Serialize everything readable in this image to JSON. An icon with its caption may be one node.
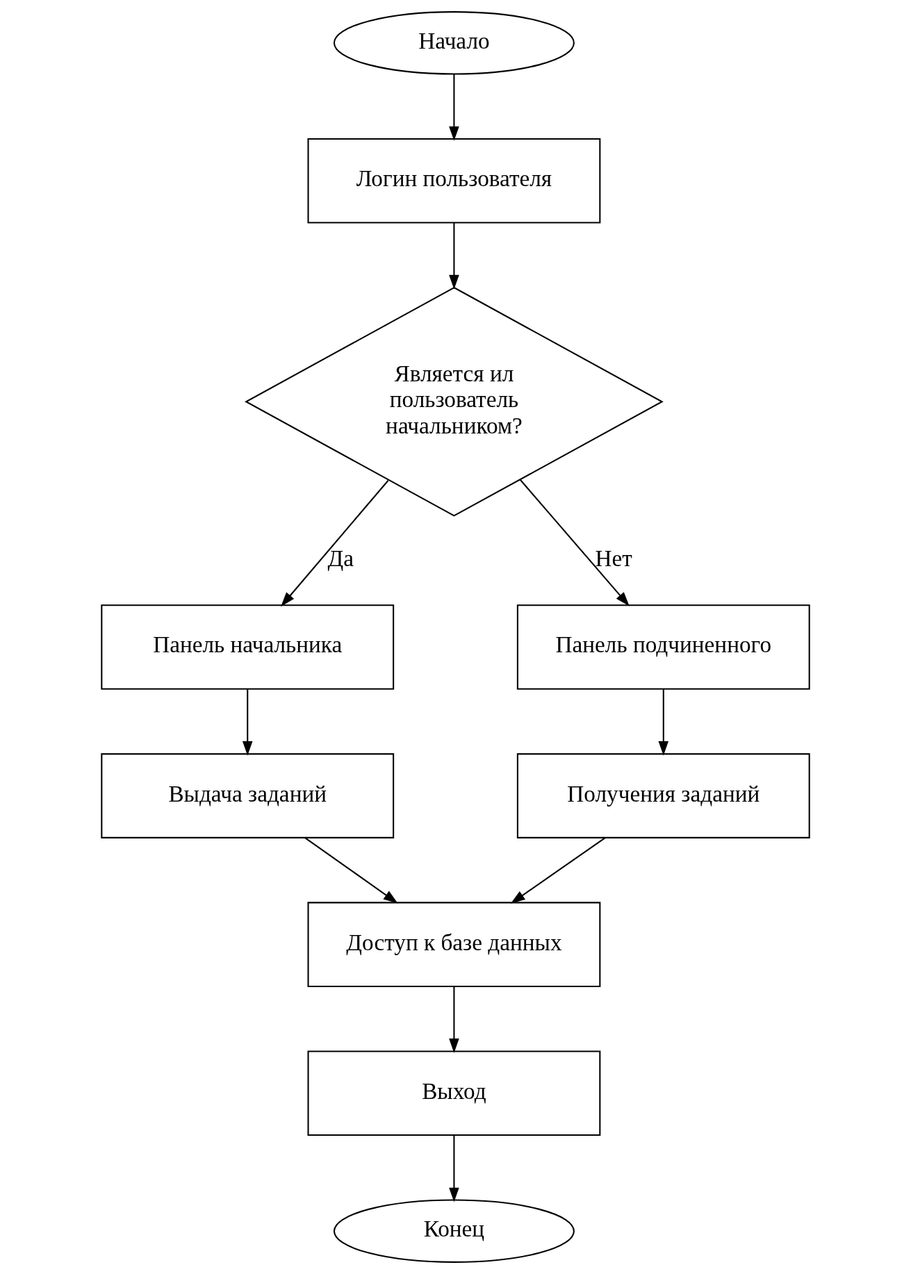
{
  "diagram": {
    "nodes": [
      {
        "text": [
          "Начало"
        ]
      },
      {
        "text": [
          "Логин пользователя"
        ]
      },
      {
        "text": [
          "Является ил пользователь начальником?"
        ]
      },
      {
        "text": [
          "Панель начальника"
        ]
      },
      {
        "text": [
          "Выдача заданий"
        ]
      },
      {
        "text": [
          "Панель подчиненного"
        ]
      },
      {
        "text": [
          "Получения заданий"
        ]
      },
      {
        "text": [
          "Доступ к базе данных"
        ]
      },
      {
        "text": [
          "Выход"
        ]
      },
      {
        "text": [
          "Конец"
        ]
      }
    ],
    "edges": [
      {
        "from": 0,
        "to": 1,
        "arrow": "to"
      },
      {
        "from": 1,
        "to": 2,
        "arrow": "to"
      },
      {
        "from": 2,
        "to": 3,
        "arrow": "to",
        "label": "Да"
      },
      {
        "from": 2,
        "to": 5,
        "arrow": "to",
        "label": "Нет"
      },
      {
        "from": 3,
        "to": 4,
        "arrow": "to"
      },
      {
        "from": 5,
        "to": 6,
        "arrow": "to"
      },
      {
        "from": 4,
        "to": 7,
        "arrow": "to"
      },
      {
        "from": 6,
        "to": 7,
        "arrow": "to"
      },
      {
        "from": 7,
        "to": 8,
        "arrow": "to"
      },
      {
        "from": 8,
        "to": 9,
        "arrow": "to"
      }
    ]
  }
}
